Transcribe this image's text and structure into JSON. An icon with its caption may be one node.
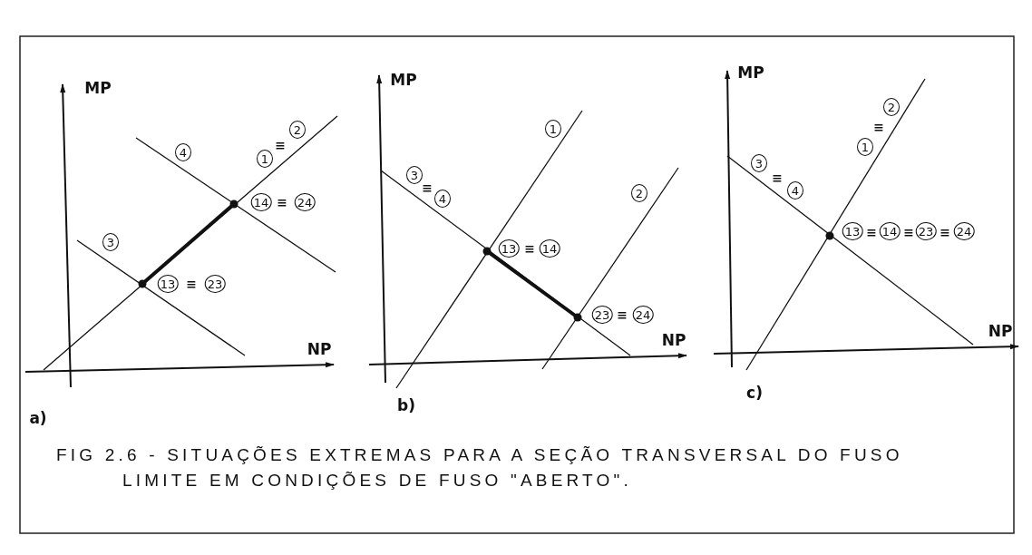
{
  "diagram": {
    "caption": "FIG 2.6 - SITUAÇÕES EXTREMAS PARA A SEÇÃO TRANSVERSAL DO FUSO LIMITE EM CONDIÇÕES DE FUSO \"ABERTO\".",
    "labels": [
      "MP",
      "4",
      "1",
      "≡",
      "2",
      "14",
      "≡",
      "24",
      "3",
      "13",
      "≡",
      "23",
      "NP",
      "a)",
      "MP",
      "1",
      "3",
      "≡",
      "4",
      "2",
      "13",
      "≡",
      "14",
      "23",
      "≡",
      "24",
      "NP",
      "b)",
      "MP",
      "1",
      "≡",
      "2",
      "3",
      "≡",
      "4",
      "13",
      "≡",
      "14",
      "≡",
      "23",
      "≡",
      "24",
      "NP",
      "c)"
    ]
  }
}
